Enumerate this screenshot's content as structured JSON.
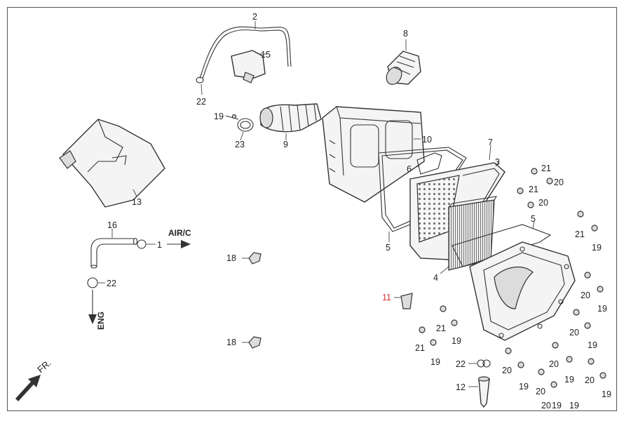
{
  "labels": {
    "air_c": "AIR/C",
    "eng": "ENG",
    "fr": "FR."
  },
  "callouts": [
    {
      "id": "2",
      "text": "2"
    },
    {
      "id": "15",
      "text": "15"
    },
    {
      "id": "22a",
      "text": "22"
    },
    {
      "id": "8",
      "text": "8"
    },
    {
      "id": "19a",
      "text": "19"
    },
    {
      "id": "23",
      "text": "23"
    },
    {
      "id": "9",
      "text": "9"
    },
    {
      "id": "10",
      "text": "10"
    },
    {
      "id": "7",
      "text": "7"
    },
    {
      "id": "6",
      "text": "6"
    },
    {
      "id": "3",
      "text": "3"
    },
    {
      "id": "21a",
      "text": "21"
    },
    {
      "id": "21b",
      "text": "21"
    },
    {
      "id": "20a",
      "text": "20"
    },
    {
      "id": "20b",
      "text": "20"
    },
    {
      "id": "13",
      "text": "13"
    },
    {
      "id": "16",
      "text": "16"
    },
    {
      "id": "1",
      "text": "1"
    },
    {
      "id": "22b",
      "text": "22"
    },
    {
      "id": "18a",
      "text": "18"
    },
    {
      "id": "18b",
      "text": "18"
    },
    {
      "id": "5a",
      "text": "5"
    },
    {
      "id": "5b",
      "text": "5"
    },
    {
      "id": "4",
      "text": "4"
    },
    {
      "id": "11",
      "text": "11"
    },
    {
      "id": "21c",
      "text": "21"
    },
    {
      "id": "19b",
      "text": "19"
    },
    {
      "id": "20c",
      "text": "20"
    },
    {
      "id": "19c",
      "text": "19"
    },
    {
      "id": "20d",
      "text": "20"
    },
    {
      "id": "19d",
      "text": "19"
    },
    {
      "id": "21d",
      "text": "21"
    },
    {
      "id": "19e",
      "text": "19"
    },
    {
      "id": "21e",
      "text": "21"
    },
    {
      "id": "19f",
      "text": "19"
    },
    {
      "id": "20e",
      "text": "20"
    },
    {
      "id": "19g",
      "text": "19"
    },
    {
      "id": "22c",
      "text": "22"
    },
    {
      "id": "20f",
      "text": "20"
    },
    {
      "id": "19h",
      "text": "19"
    },
    {
      "id": "20g",
      "text": "20"
    },
    {
      "id": "19i",
      "text": "19"
    },
    {
      "id": "12",
      "text": "12"
    },
    {
      "id": "20h",
      "text": "20"
    },
    {
      "id": "19j",
      "text": "19"
    },
    {
      "id": "20i",
      "text": "20"
    },
    {
      "id": "19k",
      "text": "19"
    }
  ],
  "colors": {
    "line": "#333333",
    "highlight": "#d0302f"
  }
}
